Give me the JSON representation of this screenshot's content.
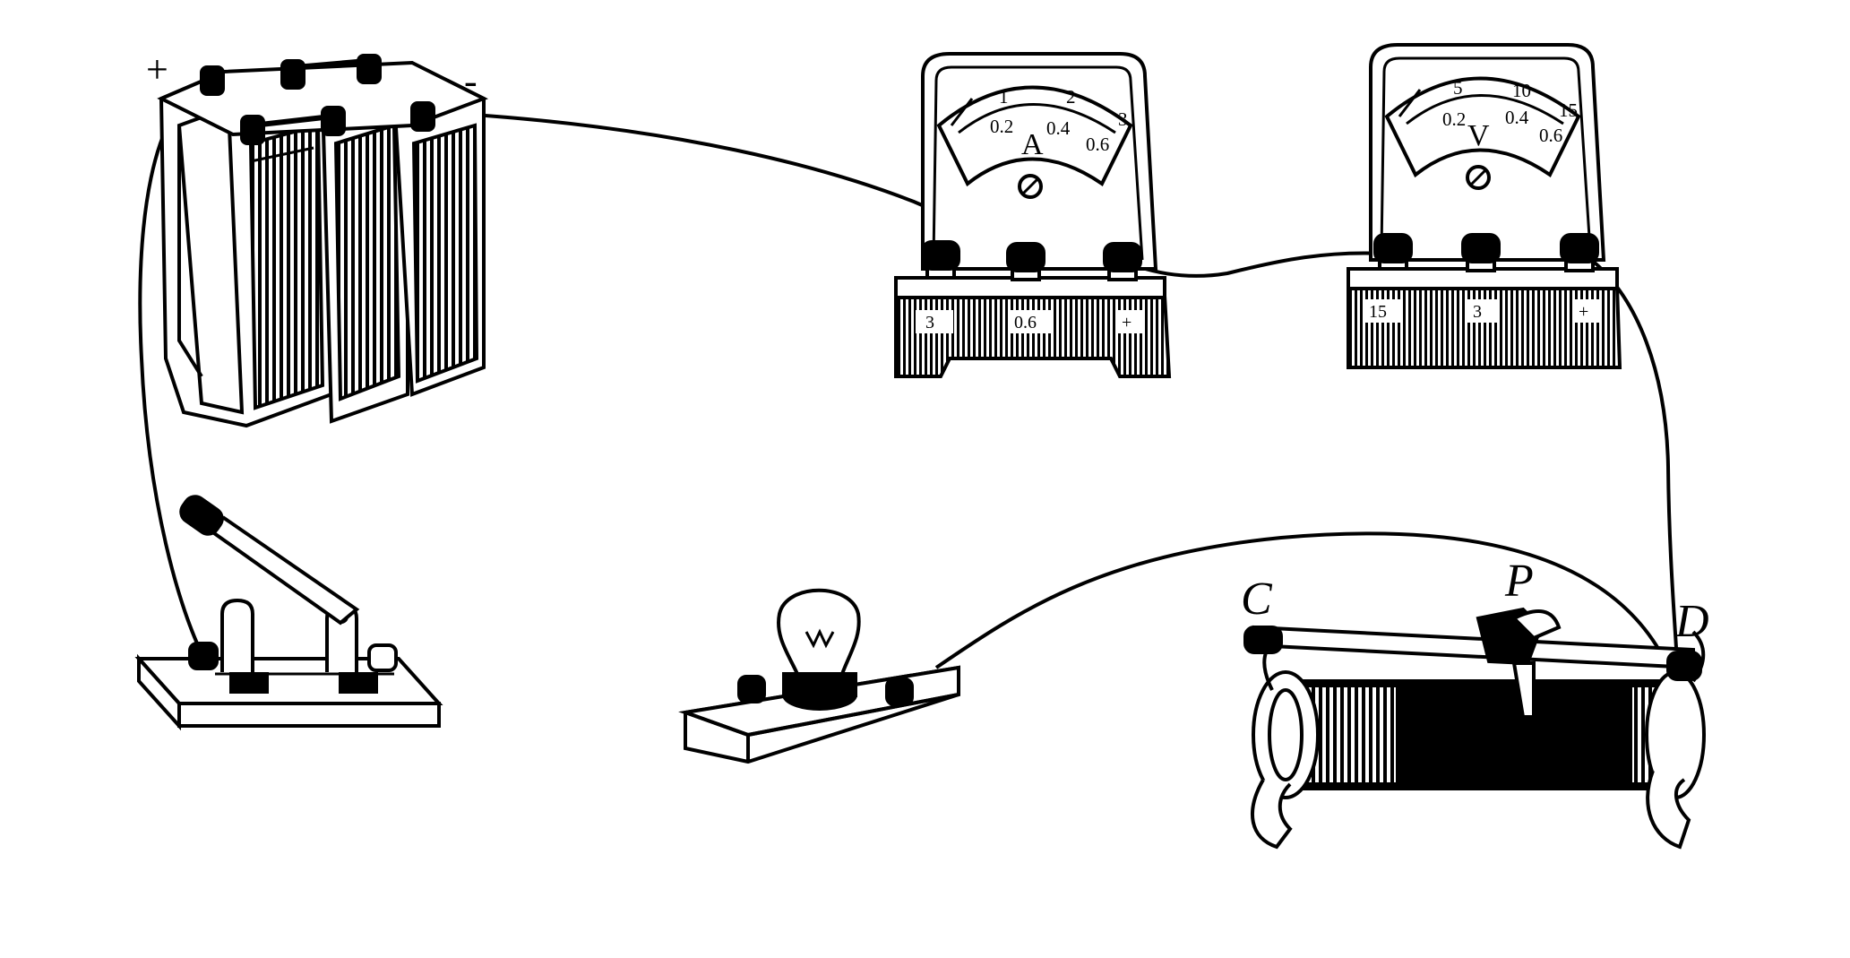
{
  "battery": {
    "plus_sign": "+",
    "minus_sign": "-"
  },
  "ammeter": {
    "unit": "A",
    "upper_scale": [
      "1",
      "2",
      "3"
    ],
    "lower_scale": [
      "0.2",
      "0.4",
      "0.6"
    ],
    "terminals": [
      "3",
      "0.6",
      "+"
    ]
  },
  "voltmeter": {
    "unit": "V",
    "upper_scale": [
      "5",
      "10",
      "15"
    ],
    "lower_scale": [
      "0.2",
      "0.4",
      "0.6"
    ],
    "terminals": [
      "15",
      "3",
      "+"
    ]
  },
  "rheostat": {
    "label_c": "C",
    "label_p": "P",
    "label_d": "D"
  }
}
